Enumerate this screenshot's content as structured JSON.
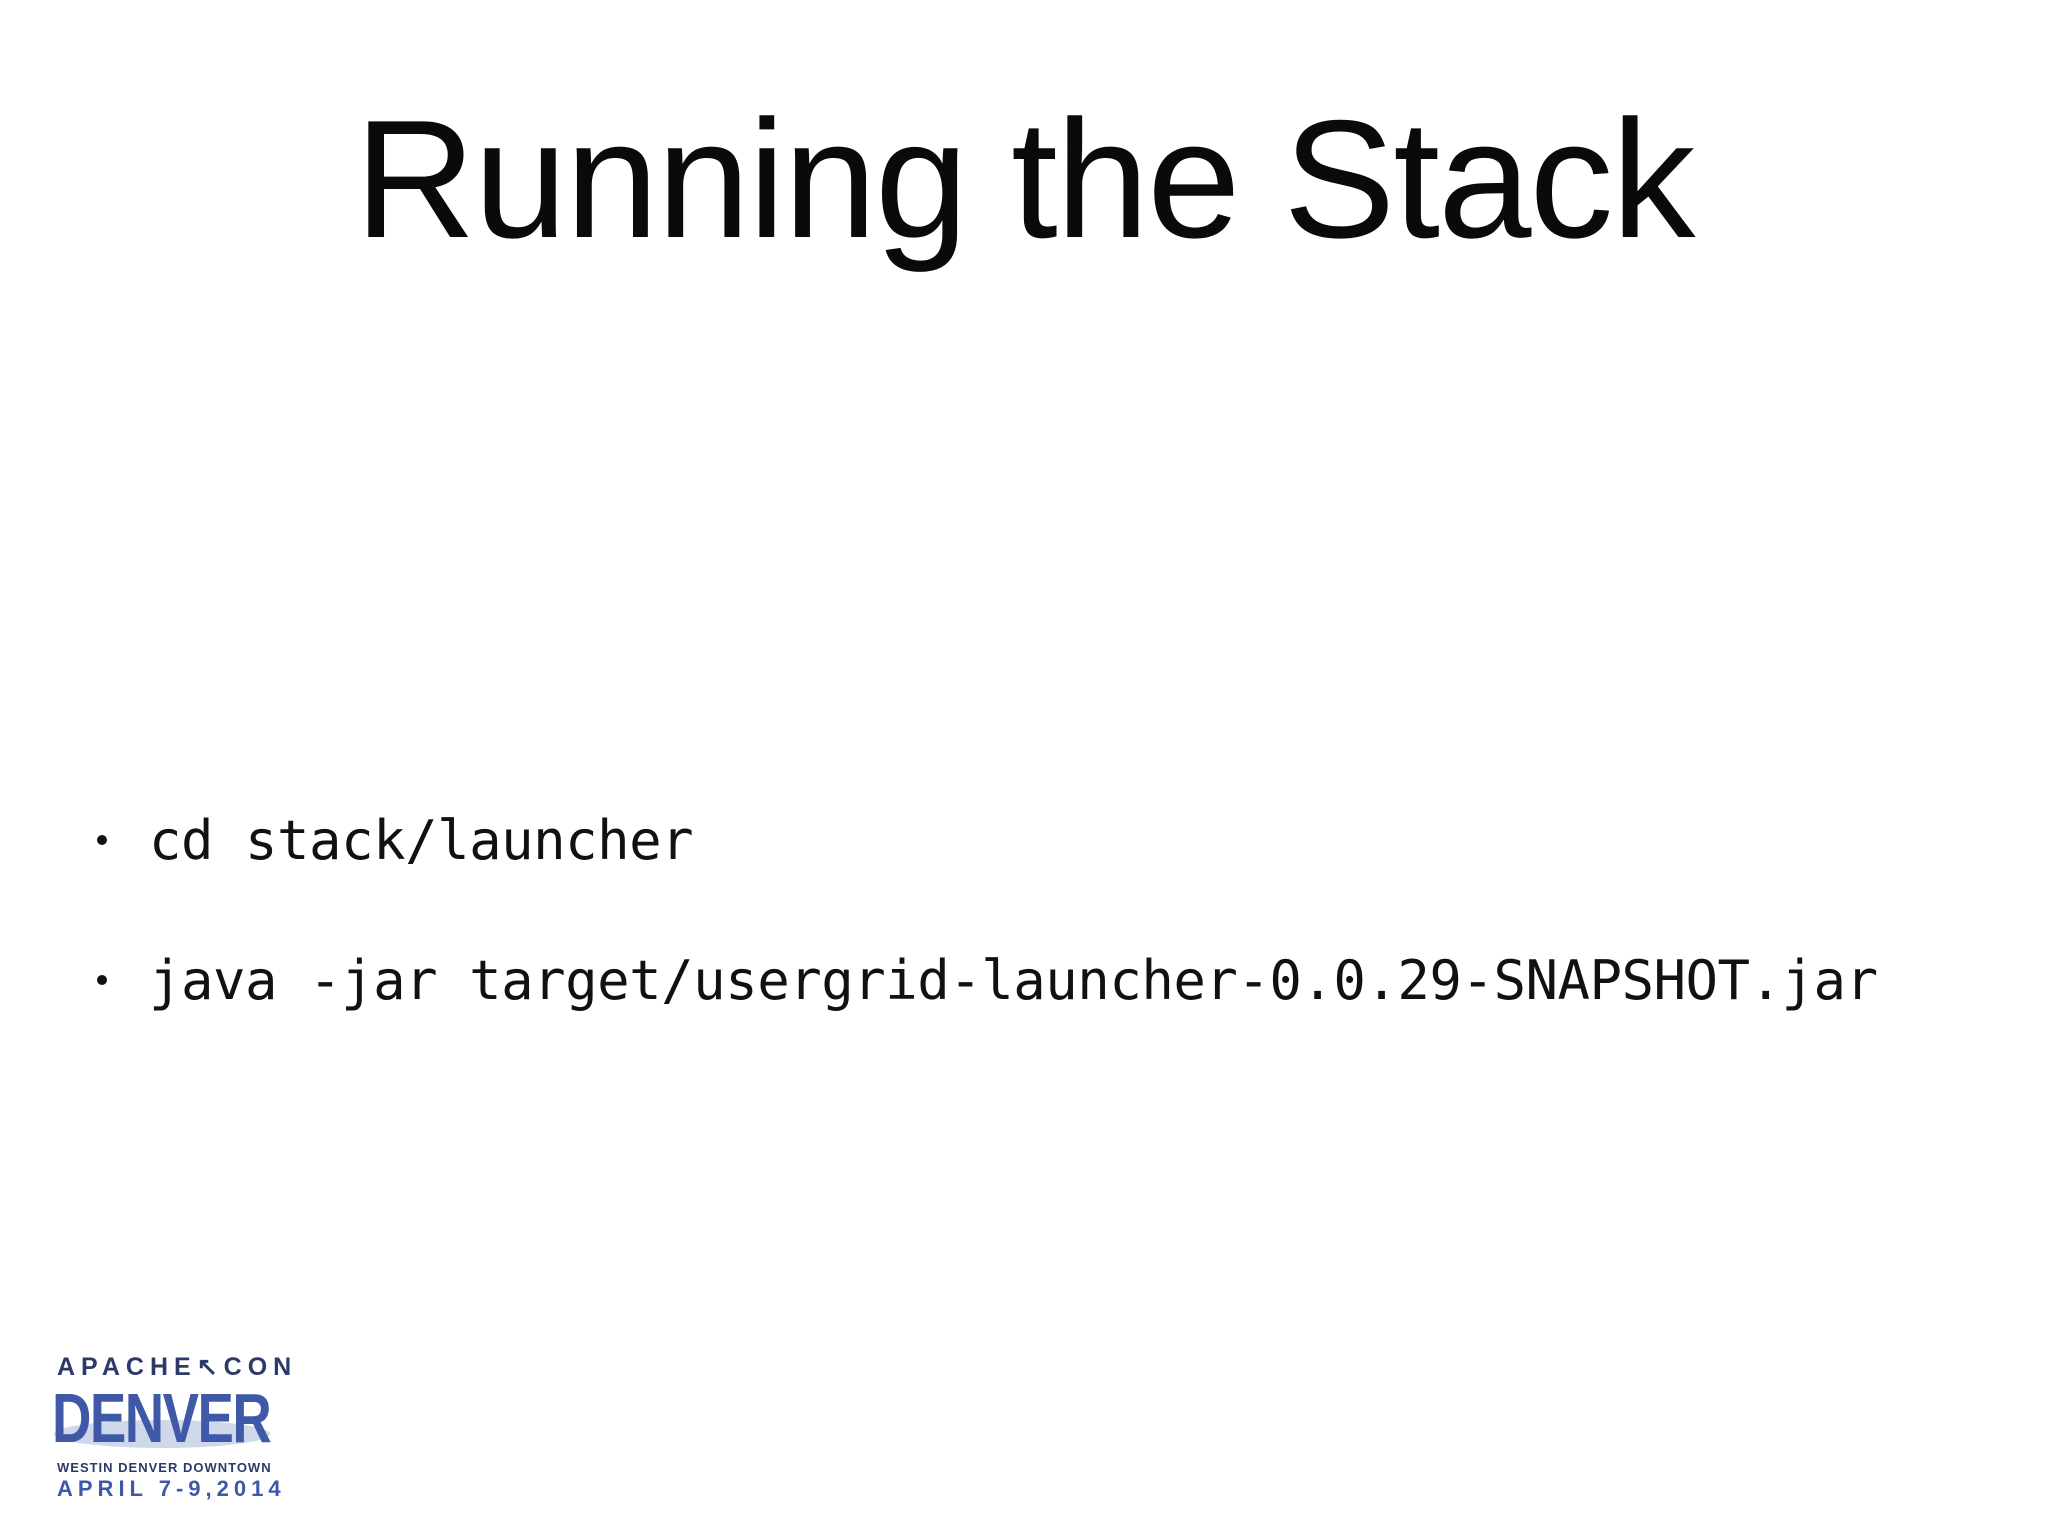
{
  "slide": {
    "title": "Running the Stack",
    "bullets": [
      "cd stack/launcher",
      "java -jar target/usergrid-launcher-0.0.29-SNAPSHOT.jar"
    ]
  },
  "logo": {
    "top_text": "APACHE↖CON",
    "main_text": "DENVER",
    "venue": "WESTIN DENVER DOWNTOWN",
    "date": "APRIL 7-9,2014",
    "colors": {
      "dark": "#2c3a6a",
      "blue": "#3f59a8",
      "swoosh": "#a8b6d8"
    }
  }
}
